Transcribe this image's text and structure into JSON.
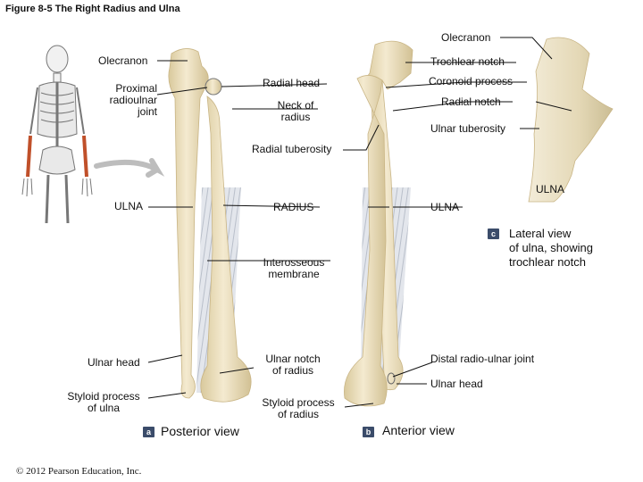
{
  "figure_title": "Figure 8-5  The Right Radius and Ulna",
  "copyright": "© 2012 Pearson Education, Inc.",
  "labels": {
    "olecranon_top": "Olecranon",
    "olecranon_left": "Olecranon",
    "trochlear_notch": "Trochlear notch",
    "proximal_radioulnar_joint": [
      "Proximal",
      "radioulnar",
      "joint"
    ],
    "radial_head": "Radial head",
    "coronoid_process": "Coronoid process",
    "neck_of_radius": [
      "Neck of",
      "radius"
    ],
    "radial_notch": "Radial notch",
    "ulnar_tuberosity": "Ulnar tuberosity",
    "radial_tuberosity": "Radial tuberosity",
    "ulna_right": "ULNA",
    "ulna_left": "ULNA",
    "radius": "RADIUS",
    "ulna_middle": "ULNA",
    "lateral_view": [
      "Lateral view",
      "of ulna, showing",
      "trochlear notch"
    ],
    "interosseous_membrane": [
      "Interosseous",
      "membrane"
    ],
    "ulnar_head_left": "Ulnar head",
    "ulnar_notch_of_radius": [
      "Ulnar notch",
      "of radius"
    ],
    "distal_radioulnar_joint": "Distal radio-ulnar joint",
    "styloid_process_ulna": [
      "Styloid process",
      "of ulna"
    ],
    "ulnar_head_right": "Ulnar head",
    "styloid_process_radius": [
      "Styloid process",
      "of radius"
    ]
  },
  "panels": {
    "a": {
      "badge": "a",
      "caption": "Posterior view"
    },
    "b": {
      "badge": "b",
      "caption": "Anterior view"
    },
    "c": {
      "badge": "c"
    }
  },
  "colors": {
    "bone": "#efe3c2",
    "bone_shadow": "#d7c79b",
    "membrane": "#dfe2e8",
    "accent_badge": "#3b4c6a",
    "skeleton_highlight": "#c0502a"
  }
}
